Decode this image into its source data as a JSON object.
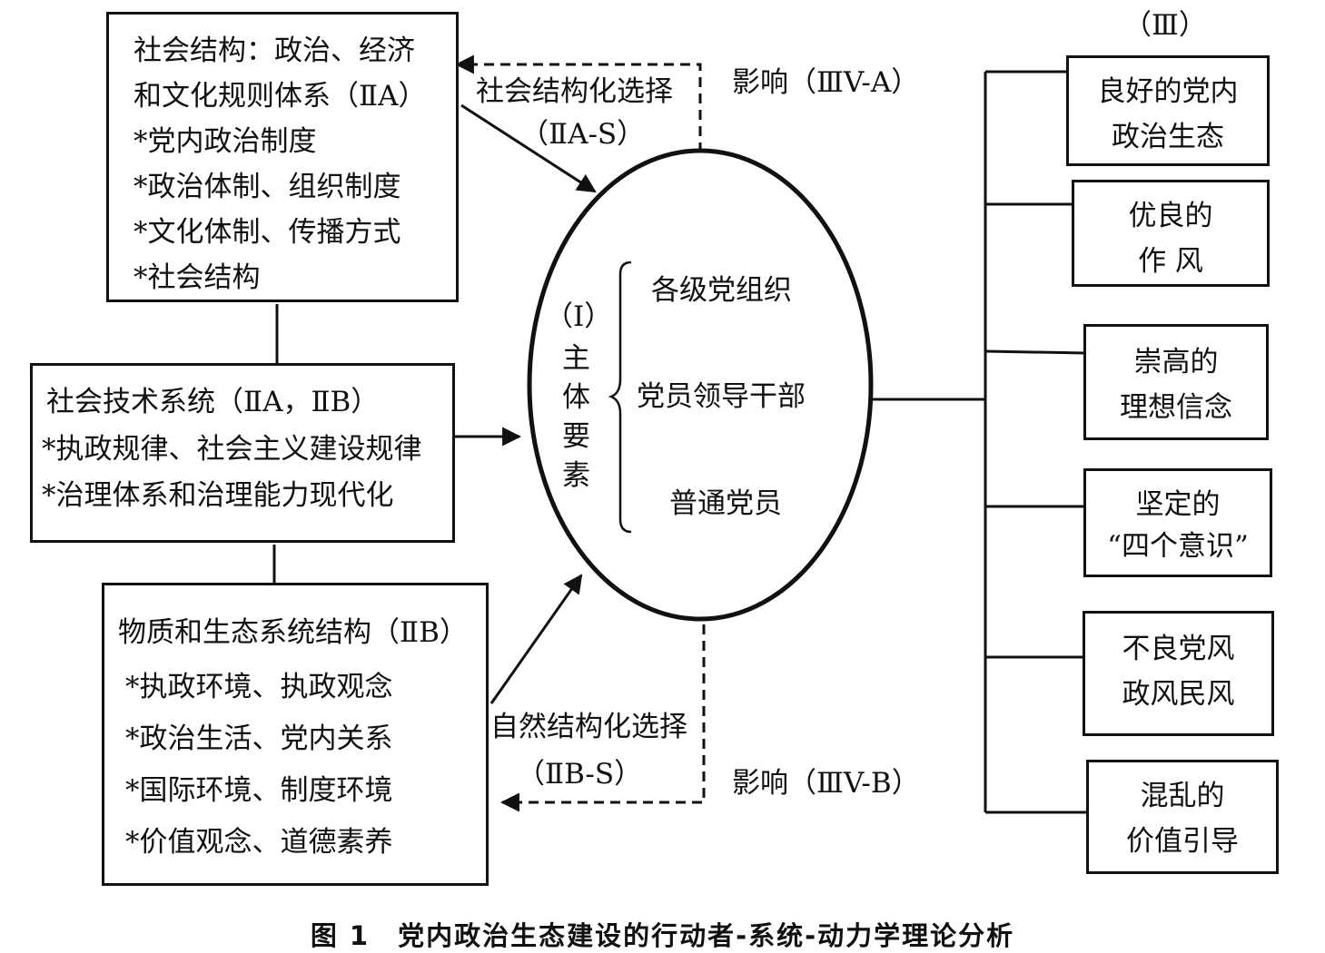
{
  "box_social_structure": {
    "lines": [
      "社会结构：政治、经济",
      "和文化规则体系（ⅡA）",
      "*党内政治制度",
      "*政治体制、组织制度",
      "*文化体制、传播方式",
      "*社会结构"
    ]
  },
  "box_sociotech": {
    "lines": [
      "社会技术系统（ⅡA，ⅡB）",
      "*执政规律、社会主义建设规律",
      "*治理体系和治理能力现代化"
    ]
  },
  "box_material": {
    "lines": [
      "物质和生态系统结构（ⅡB）",
      "*执政环境、执政观念",
      "*政治生活、党内关系",
      "*国际环境、制度环境",
      "*价值观念、道德素养"
    ]
  },
  "arrows": {
    "social_choice": "社会结构化选择",
    "social_choice_code": "（ⅡA-S）",
    "influence_a": "影响（ⅢV-A）",
    "natural_choice": "自然结构化选择",
    "natural_choice_code": "（ⅡB-S）",
    "influence_b": "影响（ⅢV-B）"
  },
  "ellipse": {
    "code": "（Ⅰ）",
    "label_chars": [
      "主",
      "体",
      "要",
      "素"
    ],
    "items": [
      "各级党组织",
      "党员领导干部",
      "普通党员"
    ]
  },
  "outcomes": {
    "header": "（Ⅲ）",
    "boxes": [
      [
        "良好的党内",
        "政治生态"
      ],
      [
        "优良的",
        "作 风"
      ],
      [
        "崇高的",
        "理想信念"
      ],
      [
        "坚定的",
        "“四个意识”"
      ],
      [
        "不良党风",
        "政风民风"
      ],
      [
        "混乱的",
        "价值引导"
      ]
    ]
  },
  "caption": "图 1　党内政治生态建设的行动者-系统-动力学理论分析"
}
